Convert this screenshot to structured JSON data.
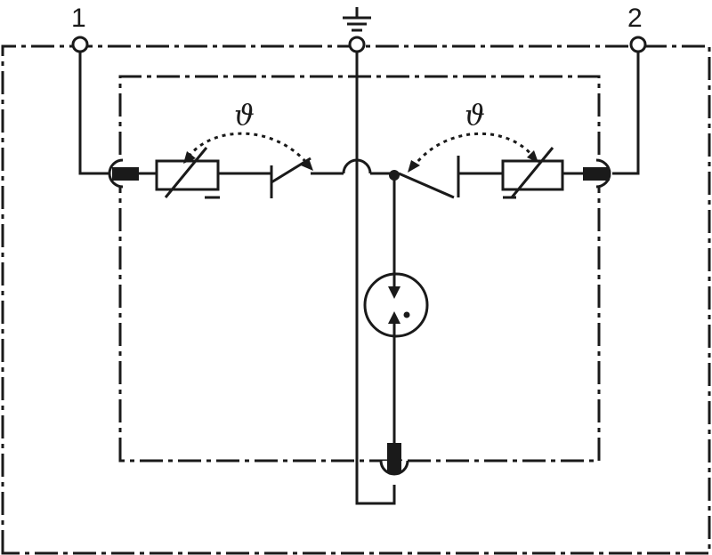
{
  "terminals": {
    "t1": "1",
    "t2": "2"
  },
  "thermal": {
    "left": "ϑ",
    "right": "ϑ"
  },
  "icons": {
    "ground": "ground-icon",
    "varistor": "varistor-icon",
    "gas_discharge_tube": "gas-discharge-tube-icon",
    "thermal_disconnect": "thermal-disconnect-icon"
  }
}
